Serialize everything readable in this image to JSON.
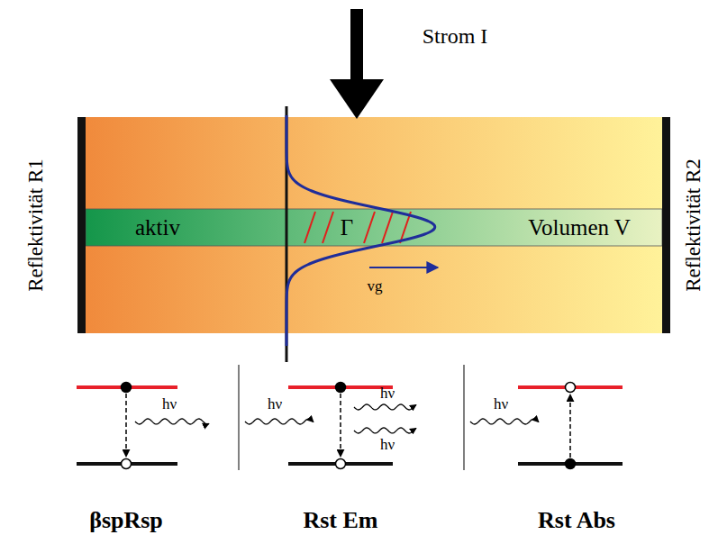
{
  "diagram": {
    "nodes": [
      {
        "text": [
          "aktiv",
          "Γ",
          "Volumen V"
        ]
      }
    ],
    "labels": [
      "Strom I",
      "Reflektivität R1",
      "Reflektivität R2",
      "vg",
      "hν",
      "hν",
      "hν",
      "hν",
      "hν",
      "βspRsp",
      "Rst Em",
      "Rst Abs"
    ]
  }
}
